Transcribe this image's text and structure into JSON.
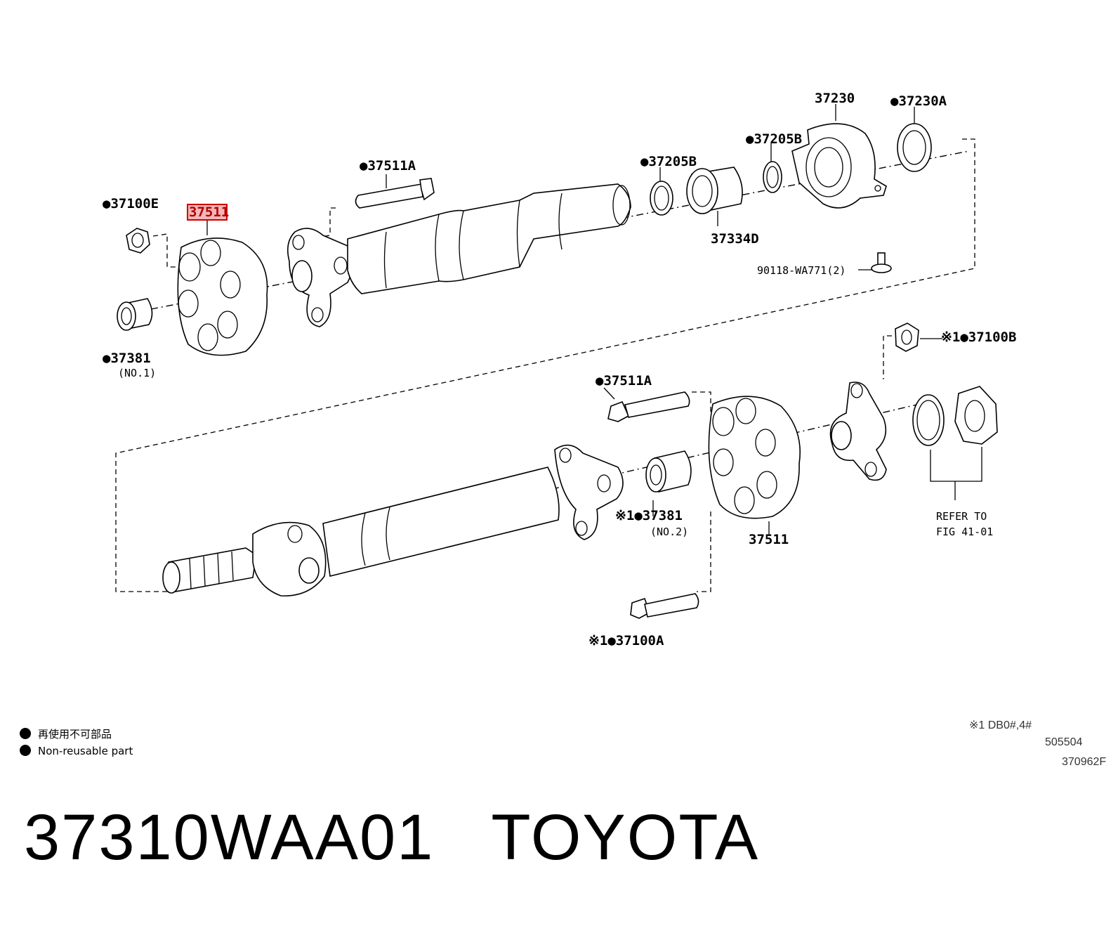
{
  "diagram": {
    "labels": {
      "p37100E": "●37100E",
      "p37511_top": "37511",
      "p37381_no1": "●37381",
      "no1": "(NO.1)",
      "p37511A_top": "●37511A",
      "p37205B_a": "●37205B",
      "p37334D": "37334D",
      "p37205B_b": "●37205B",
      "p37230": "37230",
      "p37230A": "●37230A",
      "p90118": "90118-WA771(2)",
      "p37100B": "※1●37100B",
      "p37511A_bottom": "●37511A",
      "p37381_no2": "※1●37381",
      "no2": "(NO.2)",
      "p37511_bottom": "37511",
      "refer_to": "REFER TO",
      "fig": "FIG 41-01",
      "p37100A": "※1●37100A"
    }
  },
  "legend": {
    "jp": "再使用不可部品",
    "en": "Non-reusable part"
  },
  "corner": {
    "note": "※1 DB0#,4#",
    "code1": "505504",
    "code2": "370962F"
  },
  "footer": {
    "title": "37310WAA01   TOYOTA"
  },
  "colors": {
    "highlight": "#cc0000",
    "line": "#000000"
  }
}
